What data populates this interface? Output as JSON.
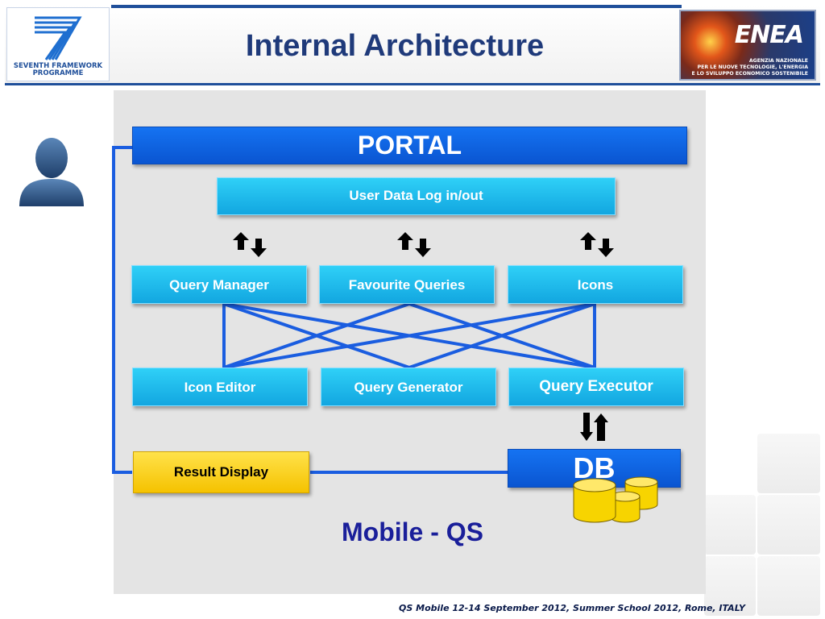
{
  "header": {
    "title": "Internal Architecture",
    "fp7_logo": {
      "line1": "SEVENTH FRAMEWORK",
      "line2": "PROGRAMME"
    },
    "enea_logo": {
      "wordmark": "ENEA",
      "tag_line1": "AGENZIA NAZIONALE",
      "tag_line2": "PER LE NUOVE TECNOLOGIE, L'ENERGIA",
      "tag_line3": "E LO SVILUPPO ECONOMICO SOSTENIBILE"
    }
  },
  "diagram": {
    "portal": "PORTAL",
    "user_data": "User Data Log in/out",
    "row1": [
      "Query Manager",
      "Favourite Queries",
      "Icons"
    ],
    "row2": [
      "Icon Editor",
      "Query Generator",
      "Query Executor"
    ],
    "db": "DB",
    "result_display": "Result Display",
    "label": "Mobile - QS"
  },
  "icons": {
    "user": "user-silhouette-icon",
    "arrows": "up-down-arrows-icon",
    "database": "database-cylinders-icon"
  },
  "colors": {
    "title": "#1f3a7a",
    "connector": "#1a5de0",
    "module": "#12a6e0",
    "portal": "#0a55d1",
    "result": "#f5c200",
    "label": "#1a1f9a"
  },
  "footer": "QS Mobile 12-14 September 2012, Summer School 2012, Rome, ITALY"
}
